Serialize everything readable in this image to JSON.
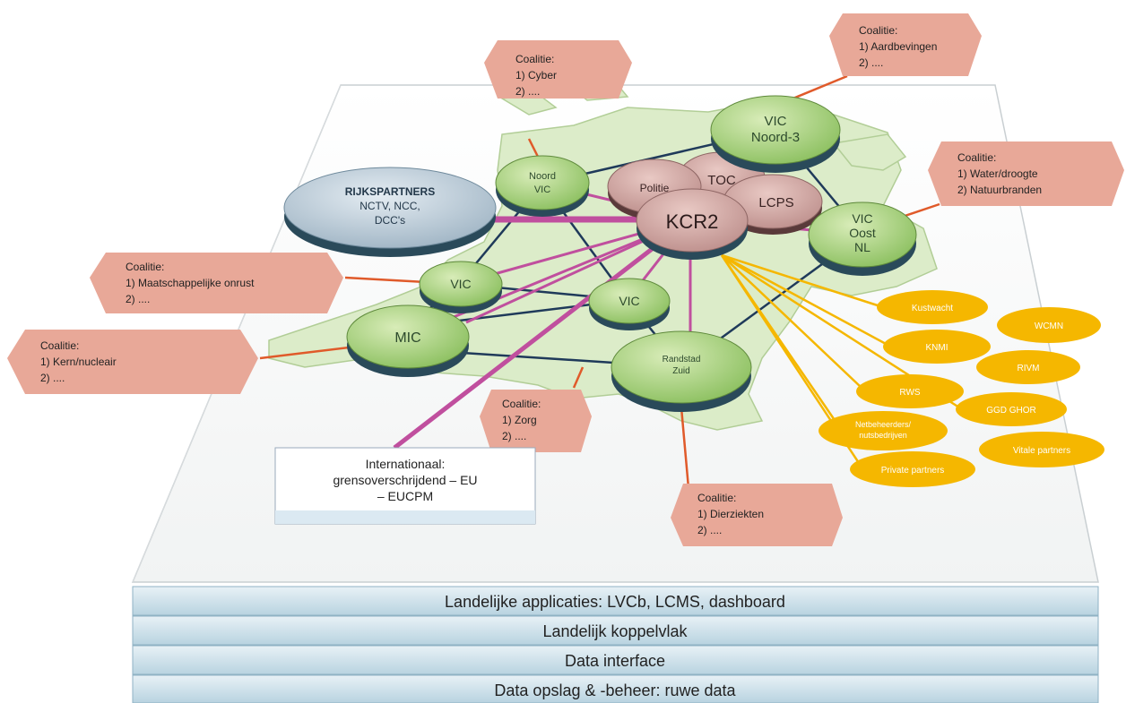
{
  "coalitions": {
    "cyber": {
      "title": "Coalitie:",
      "l1": "1)  Cyber",
      "l2": "2)  ...."
    },
    "aard": {
      "title": "Coalitie:",
      "l1": "1)  Aardbevingen",
      "l2": "2)  ...."
    },
    "water": {
      "title": "Coalitie:",
      "l1": "1)  Water/droogte",
      "l2": "2)  Natuurbranden"
    },
    "maat": {
      "title": "Coalitie:",
      "l1": "1)  Maatschappelijke onrust",
      "l2": "2)  ...."
    },
    "kern": {
      "title": "Coalitie:",
      "l1": "1)  Kern/nucleair",
      "l2": "2)  ...."
    },
    "zorg": {
      "title": "Coalitie:",
      "l1": "1)  Zorg",
      "l2": "2)  ...."
    },
    "dier": {
      "title": "Coalitie:",
      "l1": "1)  Dierziekten",
      "l2": "2)  ...."
    }
  },
  "nodes": {
    "rijks": {
      "l1": "RIJKSPARTNERS",
      "l2": "NCTV, NCC,",
      "l3": "DCC's"
    },
    "vic_nw": {
      "l1": "Noord",
      "l2": "VIC"
    },
    "vic_n3": {
      "l1": "VIC",
      "l2": "Noord-3"
    },
    "politie": "Politie",
    "toc": "TOC",
    "lcps": "LCPS",
    "kcr2": "KCR2",
    "vic_oost": {
      "l1": "VIC",
      "l2": "Oost",
      "l3": "NL"
    },
    "vic_w": "VIC",
    "vic_c": "VIC",
    "mic": "MIC",
    "vic_zuid": {
      "l1": "Randstad",
      "l2": "Zuid"
    }
  },
  "partners": {
    "kustwacht": "Kustwacht",
    "wcmn": "WCMN",
    "knmi": "KNMI",
    "rivm": "RIVM",
    "rws": "RWS",
    "ggd": "GGD GHOR",
    "netbeheerders_1": "Netbeheerders/",
    "netbeheerders_2": "nutsbedrijven",
    "vitale": "Vitale partners",
    "private": "Private partners"
  },
  "international": {
    "l1": "Internationaal:",
    "l2": "grensoverschrijdend  – EU",
    "l3": "– EUCPM"
  },
  "layers": {
    "l1": "Landelijke applicaties: LVCb, LCMS, dashboard",
    "l2": "Landelijk koppelvlak",
    "l3": "Data interface",
    "l4": "Data opslag & -beheer: ruwe data"
  },
  "colors": {
    "coalition_fill": "#e8a898",
    "vic_green": "#a8cf7c",
    "vic_dark": "#2a4a5a",
    "partner_orange": "#f5b700",
    "magenta_link": "#c04f9e",
    "orange_link": "#e05a2a",
    "navy_link": "#1f3a5a",
    "layer_blue": "#cfe2ec"
  }
}
